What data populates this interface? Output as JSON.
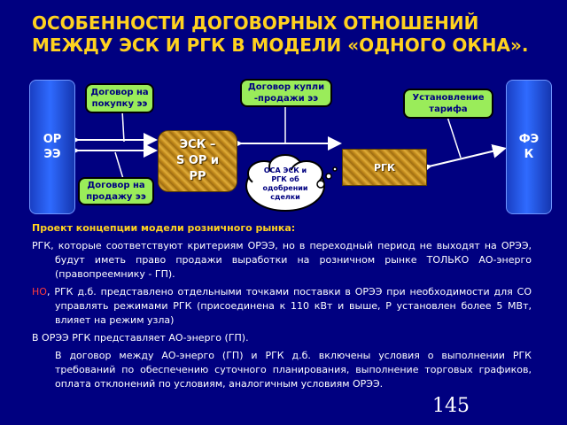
{
  "title": {
    "line1": "ОСОБЕННОСТИ ДОГОВОРНЫХ ОТНОШЕНИЙ",
    "line2": "МЕЖДУ ЭСК И РГК В МОДЕЛИ «ОДНОГО ОКНА»."
  },
  "diagram": {
    "left_block": "ОР\nЭЭ",
    "right_block": "ФЭ\nК",
    "esk_block": "ЭСК –\nS ОР и\nРР",
    "rgk_block": "РГК",
    "callout_purchase": "Договор на покупку ээ",
    "callout_sale_purchase": "Договор купли -продажи ээ",
    "callout_tariff": "Установление тарифа",
    "callout_sale": "Договор на продажу ээ",
    "cloud_text": "ОСА ЭСК и РГК об одобрении сделки"
  },
  "text": {
    "heading": "Проект концепции модели розничного рынка:",
    "p1": "РГК, которые соответствуют критериям ОРЭЭ, но в переходный период не выходят на ОРЭЭ, будут иметь право продажи выработки на розничном рынке ТОЛЬКО АО-энерго (правопреемнику - ГП).",
    "p2_red": "НО",
    "p2_rest": ", РГК д.б. представлено отдельными точками поставки в ОРЭЭ при необходимости для СО управлять режимами РГК (присоединена к 110 кВт и выше, Р установлен более 5 МВт, влияет на режим узла)",
    "p3": "В ОРЭЭ РГК представляет АО-энерго (ГП).",
    "p4": "В договор между АО-энерго (ГП) и РГК д.б. включены условия о выполнении РГК требований по обеспечению суточного планирования, выполнение торговых графиков, оплата отклонений по условиям, аналогичным условиям ОРЭЭ."
  },
  "page_number": "145",
  "colors": {
    "background": "#000080",
    "title": "#ffd21f",
    "callout": "#9aec5a",
    "red_accent": "#ff3b3b"
  }
}
